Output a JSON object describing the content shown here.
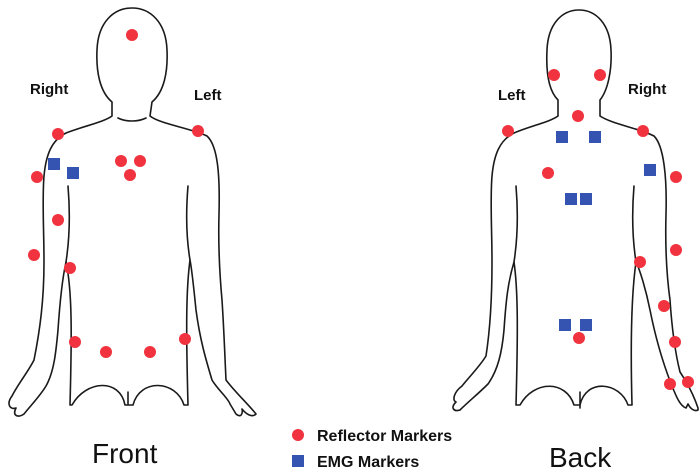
{
  "colors": {
    "reflector": "#f0333f",
    "emg": "#3553b0",
    "outline": "#1a1a1a"
  },
  "front": {
    "caption": "Front",
    "left_side_label": "Right",
    "right_side_label": "Left"
  },
  "back": {
    "caption": "Back",
    "left_side_label": "Left",
    "right_side_label": "Right"
  },
  "legend": {
    "reflector_label": "Reflector Markers",
    "emg_label": "EMG Markers"
  }
}
